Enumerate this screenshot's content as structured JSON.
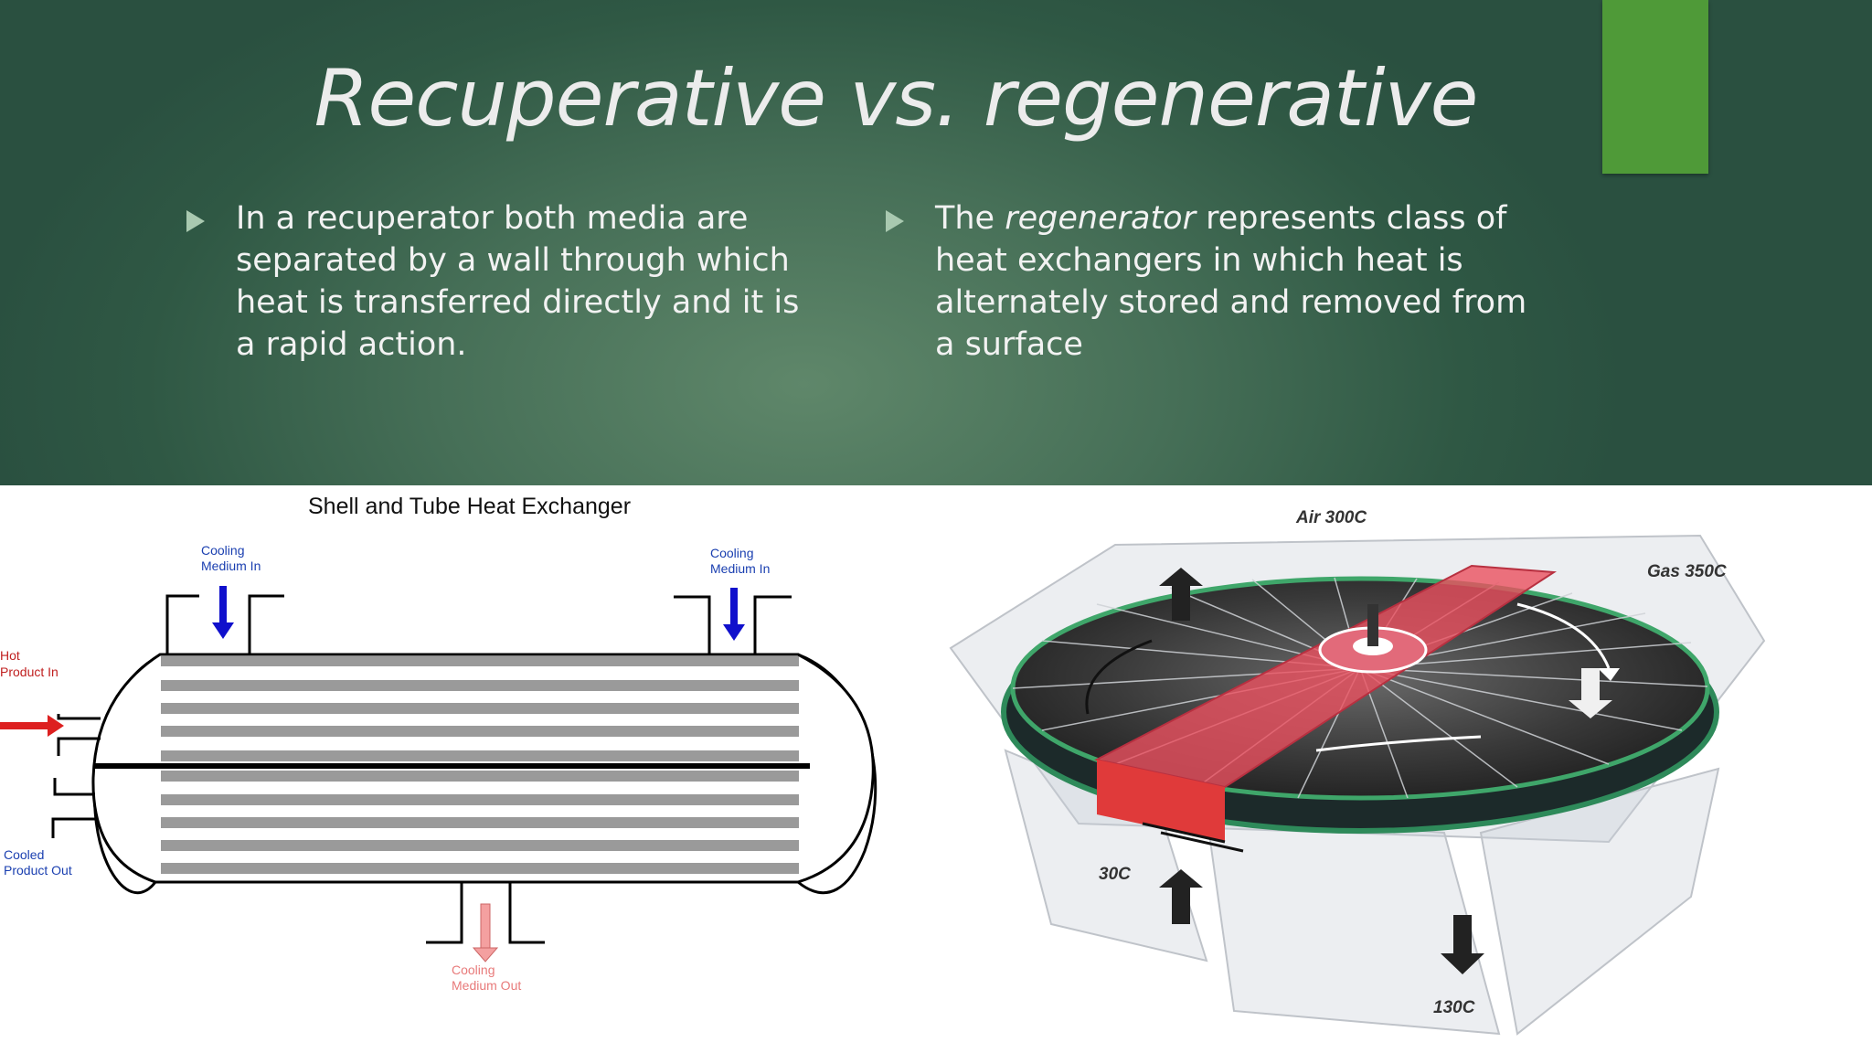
{
  "slide": {
    "title": "Recuperative vs. regenerative",
    "bullet_left": "In a recuperator both media are separated by a wall through which heat is transferred directly and it is a rapid action.",
    "bullet_right_prefix": "The ",
    "bullet_right_em": "regenerator",
    "bullet_right_suffix": " represents class of heat exchangers in which heat is alternately stored and removed from a surface",
    "accent_color": "#4f9a38"
  },
  "shell_tube": {
    "title": "Shell and Tube Heat Exchanger",
    "cooling_in_left_1": "Cooling",
    "cooling_in_left_2": "Medium In",
    "cooling_in_right_1": "Cooling",
    "cooling_in_right_2": "Medium In",
    "hot_in_1": "Hot",
    "hot_in_2": "Product In",
    "cooled_out_1": "Cooled",
    "cooled_out_2": "Product Out",
    "cooling_out_1": "Cooling",
    "cooling_out_2": "Medium Out"
  },
  "regenerator": {
    "air": "Air 300C",
    "gas": "Gas 350C",
    "t30": "30C",
    "t130": "130C"
  }
}
